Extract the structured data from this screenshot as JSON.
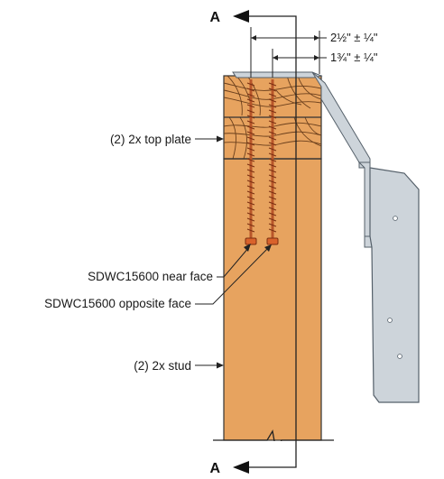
{
  "diagram": {
    "section_marker_top": "A",
    "section_marker_bottom": "A",
    "dimensions": {
      "outer": "2½\" ± ¼\"",
      "inner": "1¾\" ± ¼\""
    },
    "callouts": {
      "top_plate": "(2) 2x top plate",
      "screw_near": "SDWC15600 near face",
      "screw_opposite": "SDWC15600 opposite face",
      "stud": "(2) 2x stud"
    },
    "colors": {
      "wood": "#e7a35f",
      "wood_grain": "#6b3f1c",
      "hanger_steel": "#cdd4da",
      "hanger_outline": "#55606a",
      "screw": "#b8562a",
      "screw_head": "#d9622b",
      "line": "#222222"
    }
  }
}
